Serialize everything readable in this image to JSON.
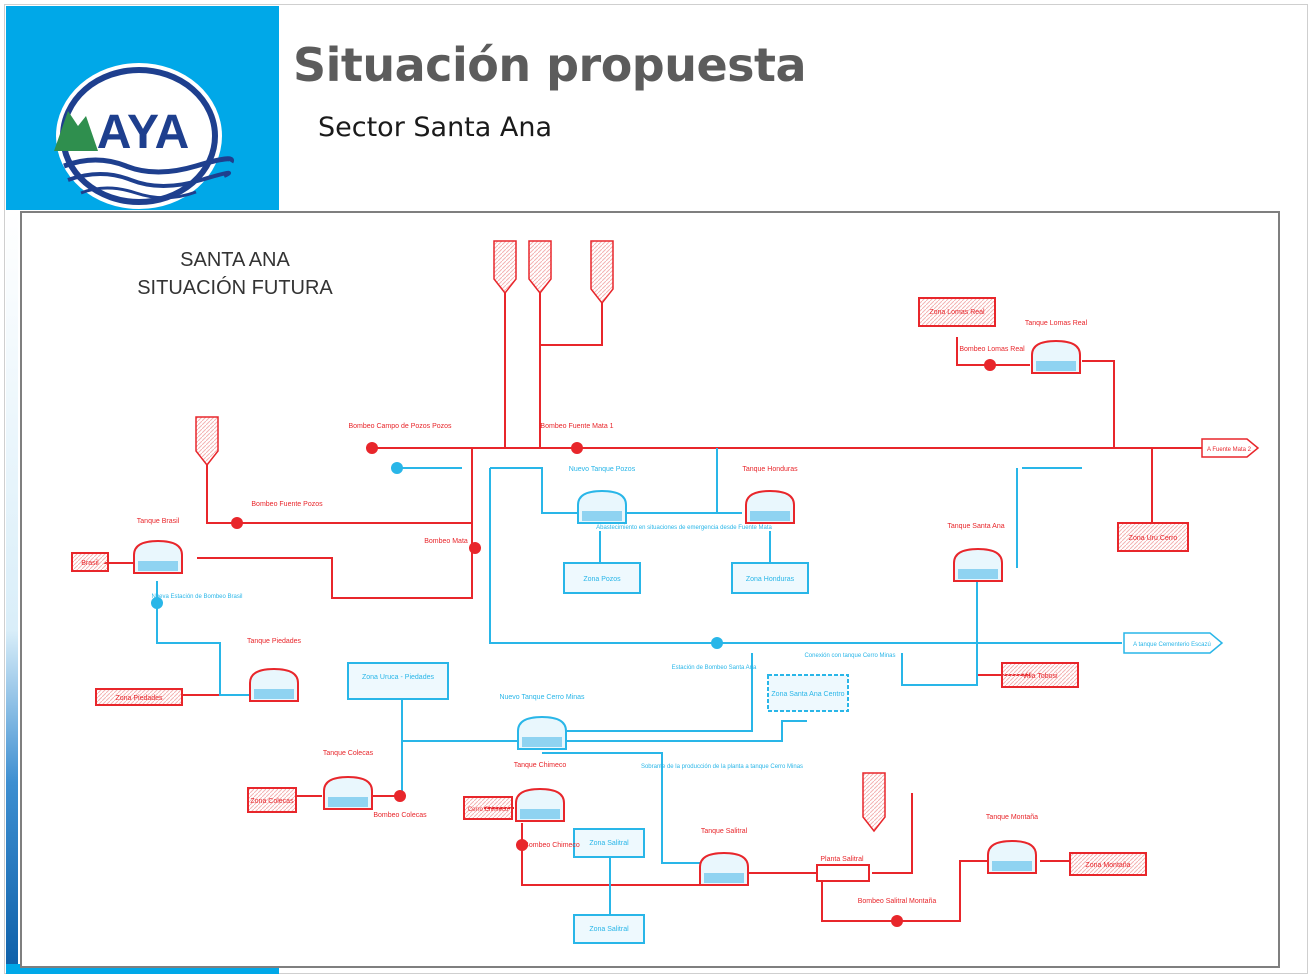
{
  "slide": {
    "title": "Situación propuesta",
    "subtitle": "Sector Santa Ana"
  },
  "logo": {
    "name": "AyA",
    "text": "AYA"
  },
  "diagram": {
    "title_line1": "SANTA ANA",
    "title_line2": "SITUACIÓN FUTURA",
    "labels": {
      "zona_lomas_real": "Zona Lomas Real",
      "tanque_lomas_real": "Tanque Lomas Real",
      "bombeo_lomas_real": "Bombeo Lomas Real",
      "a_fuente_mata": "A Fuente Mata 2",
      "zona_uru": "Zona Uru Cerro",
      "tanque_santa_ana": "Tanque Santa Ana",
      "villa_tobosi": "Villa Tobosi",
      "a_tanque_cementerio": "A tanque Cementerio Escazú",
      "bombeo_campo_pozos": "Bombeo Campo de Pozos Pozos",
      "bombeo_fuente_mata1": "Bombeo Fuente Mata 1",
      "nuevo_tanque_pozos": "Nuevo Tanque Pozos",
      "tanque_honduras": "Tanque Honduras",
      "abastecimiento": "Abastecimiento en situaciones de emergencia desde Fuente Mata",
      "zona_pozos": "Zona Pozos",
      "zona_honduras": "Zona Honduras",
      "tanque_brasil": "Tanque Brasil",
      "brasil": "Brasil",
      "bombeo_fuente_pozos": "Bombeo Fuente Pozos",
      "bombeo_mata": "Bombeo Mata",
      "nueva_estacion": "Nueva Estación de Bombeo Brasil",
      "tanque_piedades": "Tanque Piedades",
      "zona_piedades": "Zona Piedades",
      "zona_uruca": "Zona Uruca - Piedades",
      "estacion_santa_ana": "Estación de Bombeo Santa Ana",
      "conexion_cerro_minas": "Conexión con tanque Cerro Minas",
      "zona_santa_ana_centro": "Zona Santa Ana Centro",
      "nuevo_tanque_cerro": "Nuevo Tanque Cerro Minas",
      "tanque_colecas": "Tanque Colecas",
      "zona_colecas": "Zona Colecas",
      "bombeo_colecas": "Bombeo Colecas",
      "tanque_chimeco": "Tanque Chimeco",
      "cerro_chimeco": "Cerro Chimeco",
      "bombeo_chimeco": "Bombeo Chimeco",
      "sobrante": "Sobrante de la producción de la planta a tanque Cerro Minas",
      "zona_salitral": "Zona Salitral",
      "tanque_salitral": "Tanque Salitral",
      "planta_salitral": "Planta Salitral",
      "bombeo_salitral": "Bombeo Salitral Montaña",
      "tanque_montaña": "Tanque Montaña",
      "zona_montaña": "Zona Montaña"
    }
  }
}
